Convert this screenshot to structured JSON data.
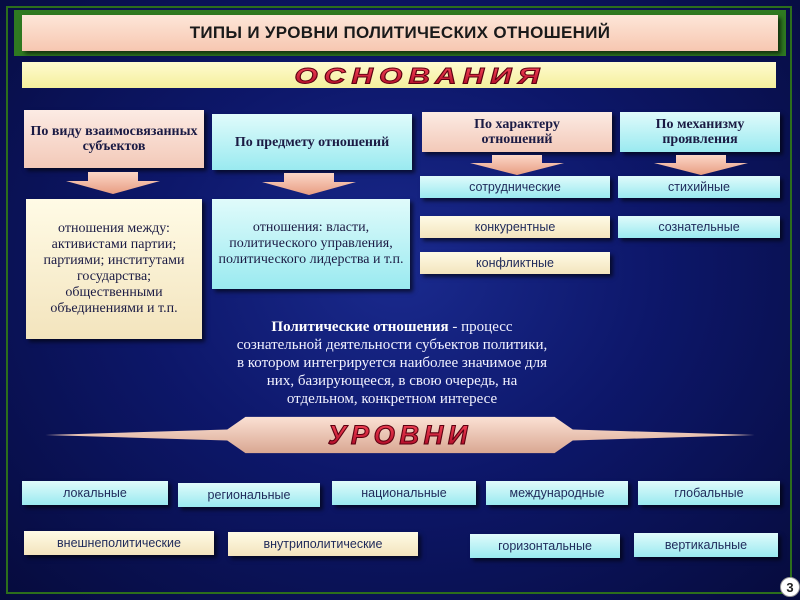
{
  "title": "ТИПЫ И УРОВНИ ПОЛИТИЧЕСКИХ ОТНОШЕНИЙ",
  "bases_label": "ОСНОВАНИЯ",
  "levels_label": "УРОВНИ",
  "columns": [
    {
      "header": "По виду взаимосвязанных субъектов",
      "content": "отношения между: активистами партии; партиями; институтами государства; общественными объединениями и т.п."
    },
    {
      "header": "По предмету отношений",
      "content": "отношения: власти, политического управления, политического лидерства и т.п."
    },
    {
      "header": "По характеру отношений",
      "items": [
        "сотруднические",
        "конкурентные",
        "конфликтные"
      ]
    },
    {
      "header": "По механизму проявления",
      "items": [
        "стихийные",
        "сознательные"
      ]
    }
  ],
  "definition": {
    "term": "Политические отношения",
    "text": " - процесс сознательной деятельности субъектов политики, в котором интегрируется наиболее значимое для них, базирующееся, в свою очередь, на отдельном, конкретном интересе"
  },
  "levels_row1": [
    "локальные",
    "региональные",
    "национальные",
    "международные",
    "глобальные"
  ],
  "levels_row2": [
    "внешнеполитические",
    "внутриполитические",
    "горизонтальные",
    "вертикальные"
  ],
  "page_number": "3",
  "colors": {
    "accent_green": "#2f7a21",
    "word_art_red": "#c0002a",
    "background_blue": "#0d176a"
  }
}
